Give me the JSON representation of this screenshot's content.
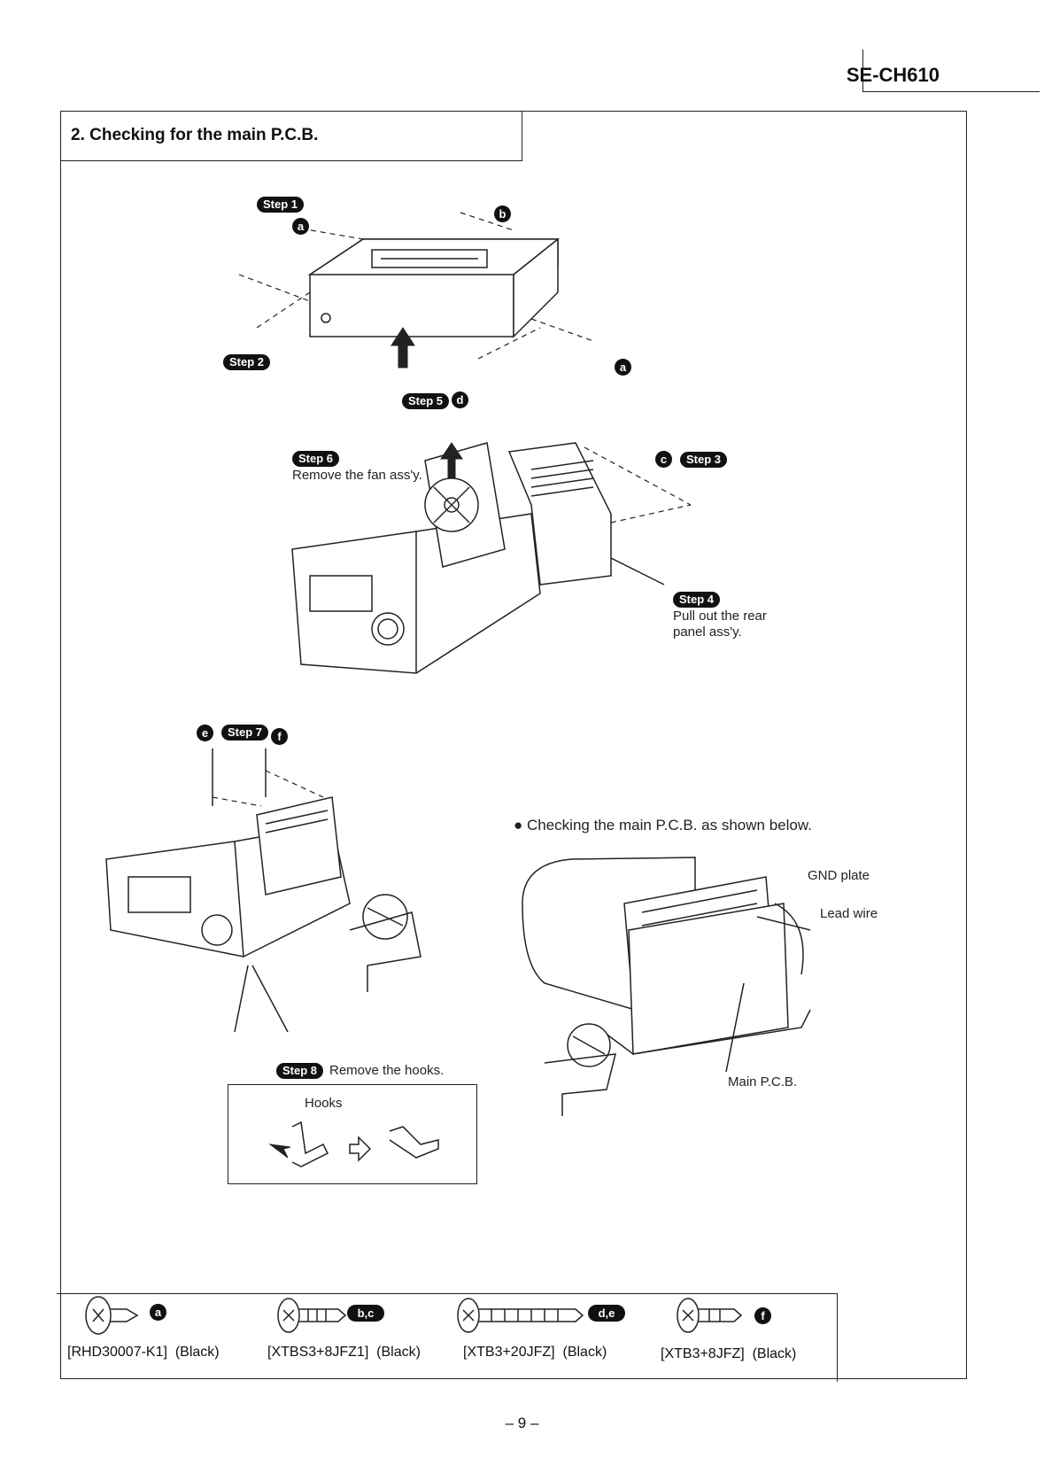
{
  "header": {
    "model": "SE-CH610"
  },
  "section": {
    "title": "2. Checking for the main P.C.B."
  },
  "steps": {
    "s1": "Step 1",
    "s2": "Step 2",
    "s3": "Step 3",
    "s4": "Step 4",
    "s5": "Step 5",
    "s6": "Step 6",
    "s7": "Step 7",
    "s8": "Step 8"
  },
  "markers": {
    "a": "a",
    "b": "b",
    "c": "c",
    "d": "d",
    "e": "e",
    "f": "f",
    "de": "d,e",
    "bc": "b,c"
  },
  "notes": {
    "step6": "Remove the fan ass'y.",
    "step4_line1": "Pull out the rear",
    "step4_line2": "panel ass'y.",
    "step8": "Remove the hooks.",
    "hooks": "Hooks",
    "check": "Checking the main P.C.B. as shown below.",
    "gnd": "GND plate",
    "lead": "Lead wire",
    "main_pcb": "Main P.C.B."
  },
  "parts": [
    {
      "code": "[RHD30007-K1]",
      "color": "(Black)"
    },
    {
      "code": "[XTBS3+8JFZ1]",
      "color": "(Black)"
    },
    {
      "code": "[XTB3+20JFZ]",
      "color": "(Black)"
    },
    {
      "code": "[XTB3+8JFZ]",
      "color": "(Black)"
    }
  ],
  "footer": {
    "page": "– 9 –"
  }
}
